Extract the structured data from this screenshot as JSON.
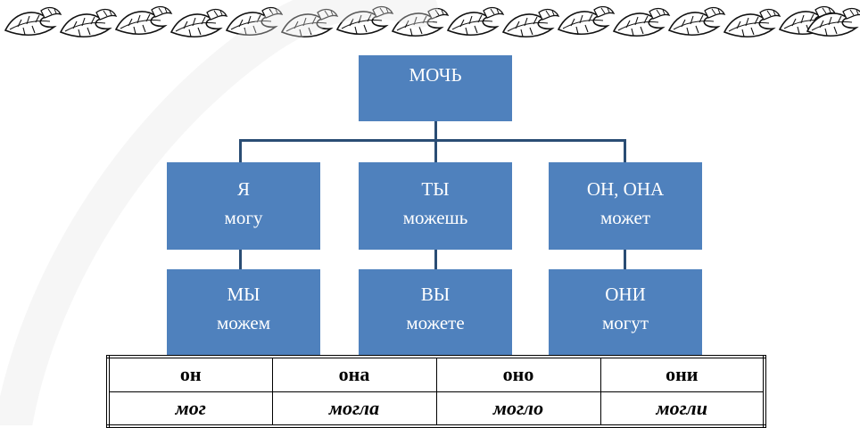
{
  "diagram": {
    "root": {
      "label": "МОЧЬ"
    },
    "singular": [
      {
        "pronoun": "Я",
        "verb": "могу"
      },
      {
        "pronoun": "ТЫ",
        "verb": "можешь"
      },
      {
        "pronoun": "ОН, ОНА",
        "verb": "может"
      }
    ],
    "plural": [
      {
        "pronoun": "МЫ",
        "verb": "можем"
      },
      {
        "pronoun": "ВЫ",
        "verb": "можете"
      },
      {
        "pronoun": "ОНИ",
        "verb": "могут"
      }
    ]
  },
  "past_table": {
    "pronouns": [
      "он",
      "она",
      "оно",
      "они"
    ],
    "forms": [
      "мог",
      "могла",
      "могло",
      "могли"
    ]
  },
  "colors": {
    "box_fill": "#4f81bd",
    "connector": "#2a4d74",
    "watermark": "#cfcfcf"
  }
}
